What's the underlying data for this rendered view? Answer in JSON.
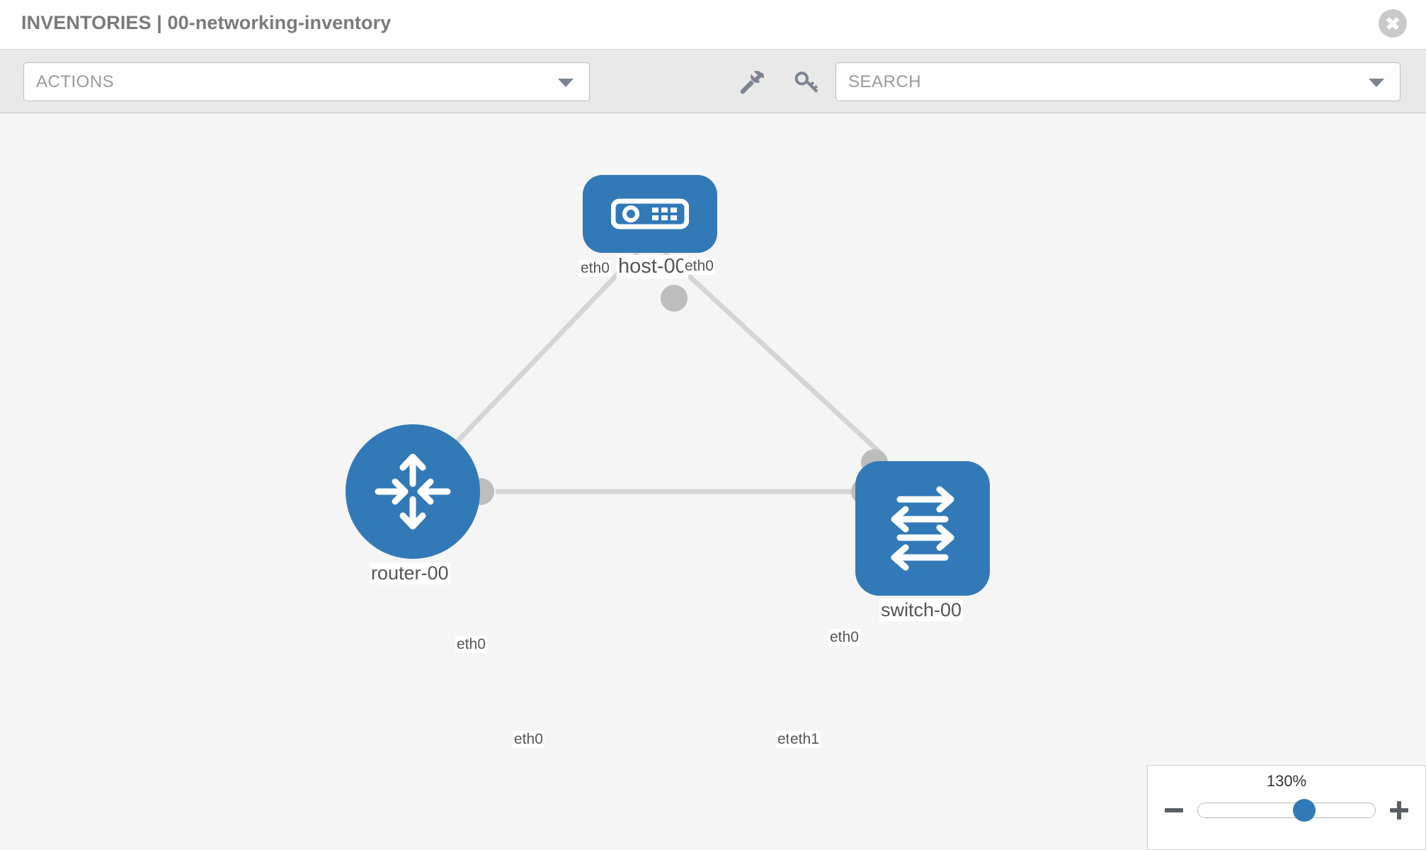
{
  "header": {
    "title": "INVENTORIES | 00-networking-inventory",
    "close_label": "close-icon"
  },
  "toolbar": {
    "actions_label": "ACTIONS",
    "search_placeholder": "SEARCH",
    "icons": [
      {
        "name": "wrench-icon",
        "title": "Settings"
      },
      {
        "name": "key-icon",
        "title": "Credentials"
      }
    ]
  },
  "topology": {
    "nodes": [
      {
        "id": "host-00",
        "label": "host-00",
        "type": "host",
        "shape": "rounded-rect",
        "color": "#3279b7"
      },
      {
        "id": "router-00",
        "label": "router-00",
        "type": "router",
        "shape": "circle",
        "color": "#3279b7"
      },
      {
        "id": "switch-00",
        "label": "switch-00",
        "type": "switch",
        "shape": "rounded-rect",
        "color": "#3279b7"
      }
    ],
    "links": [
      {
        "from": "host-00",
        "to": "router-00",
        "from_label": "eth0",
        "to_label": "eth0"
      },
      {
        "from": "host-00",
        "to": "switch-00",
        "from_label": "eth0",
        "to_label": "eth0"
      },
      {
        "from": "router-00",
        "to": "switch-00",
        "from_label": "eth0",
        "to_label": "eth0",
        "to_label_overlap": "eth1"
      }
    ],
    "edge_labels": {
      "host_left": "eth0",
      "host_right": "eth0",
      "router_up": "eth0",
      "switch_up": "eth0",
      "router_right": "eth0",
      "switch_left_a": "eth0",
      "switch_left_b": "eth1"
    },
    "link_color": "#d5d5d5"
  },
  "zoom": {
    "value_label": "130%",
    "percent": 130,
    "minus_label": "zoom-out",
    "plus_label": "zoom-in",
    "thumb_position_pct": 60
  },
  "colors": {
    "accent": "#3279b7",
    "canvas": "#f5f5f5",
    "toolbar": "#e9e9e9",
    "text": "#555555",
    "muted": "#9b9b9b"
  }
}
